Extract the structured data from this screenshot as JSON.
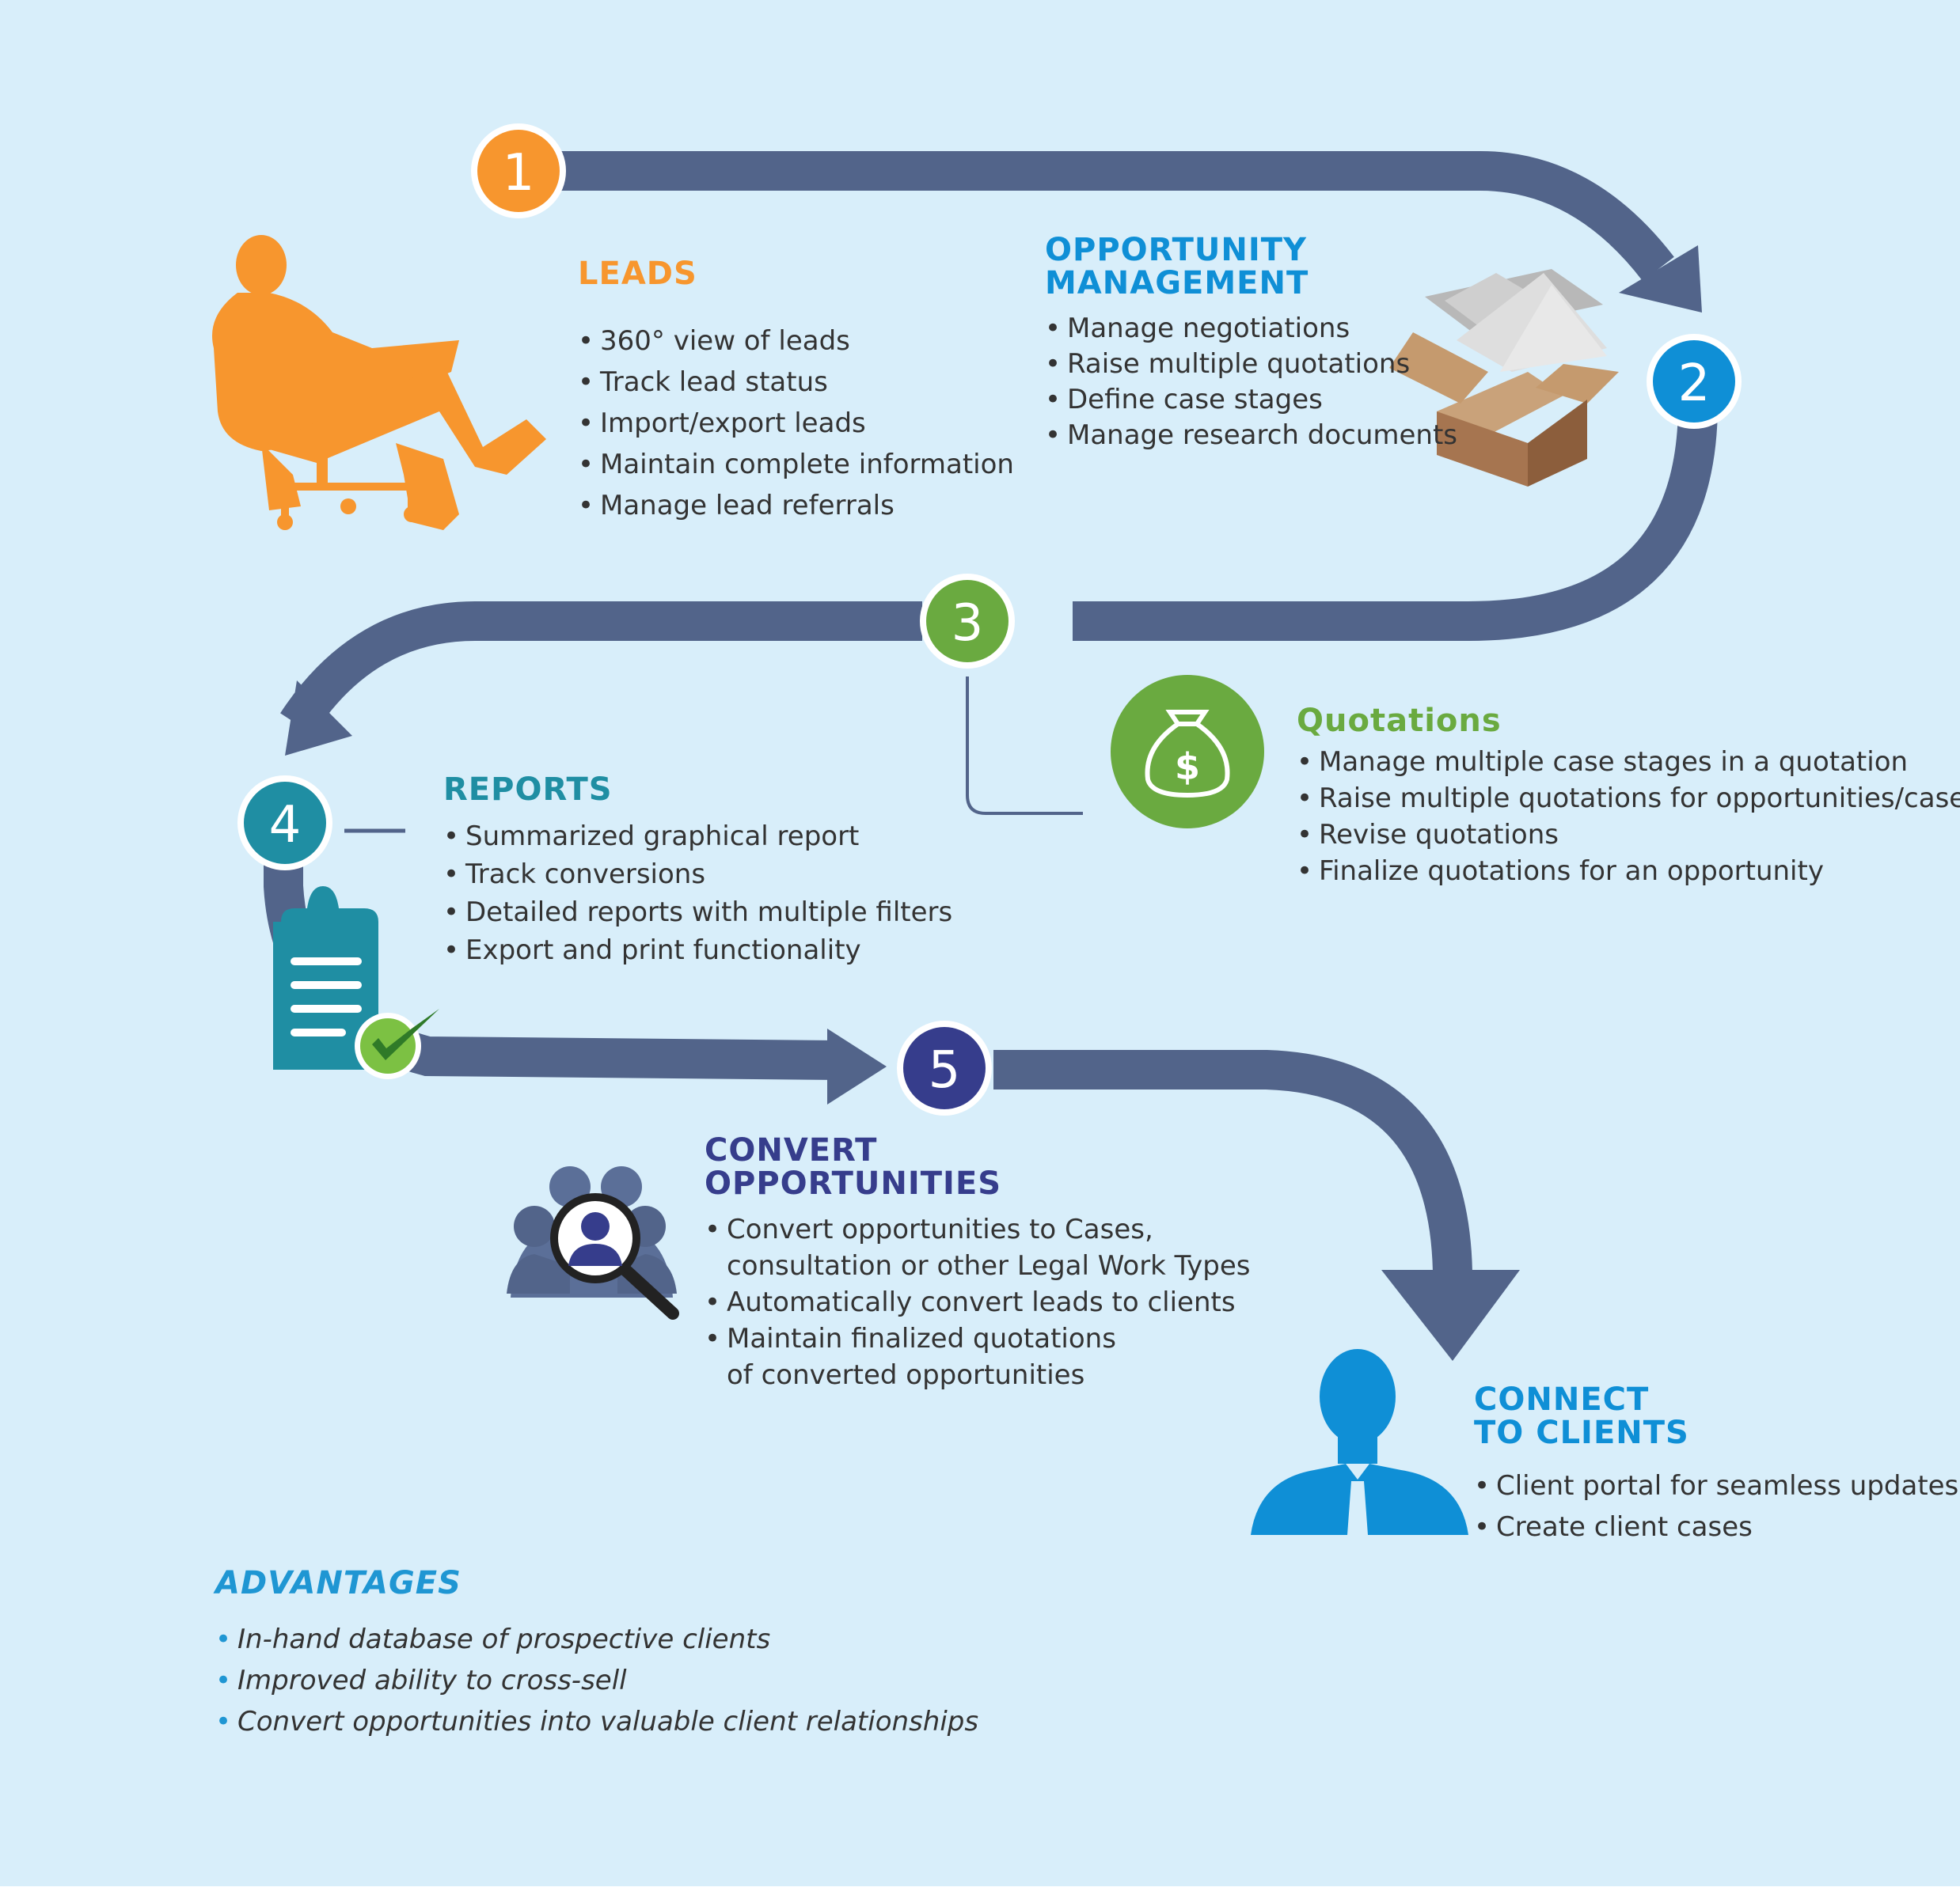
{
  "colors": {
    "background": "#d8eefa",
    "arrow": "#52648a",
    "step1": "#f7962e",
    "step2": "#0f8fd6",
    "step3": "#6aaa40",
    "step4": "#1f8ea3",
    "step5": "#363d8c"
  },
  "steps": [
    {
      "number": "1",
      "color": "#f7962e"
    },
    {
      "number": "2",
      "color": "#0f8fd6"
    },
    {
      "number": "3",
      "color": "#6aaa40"
    },
    {
      "number": "4",
      "color": "#1f8ea3"
    },
    {
      "number": "5",
      "color": "#363d8c"
    }
  ],
  "leads": {
    "title": "LEADS",
    "icon": "reclining-businessman-icon",
    "items": [
      "360° view of leads",
      "Track lead status",
      "Import/export leads",
      "Maintain complete information",
      "Manage lead referrals"
    ]
  },
  "opportunity": {
    "title_line1": "OPPORTUNITY",
    "title_line2": "MANAGEMENT",
    "icon": "box-of-envelopes-icon",
    "items": [
      "Manage negotiations",
      "Raise multiple quotations",
      "Define case stages",
      "Manage research documents"
    ]
  },
  "quotations": {
    "title": "Quotations",
    "icon": "money-bag-icon",
    "items": [
      "Manage multiple case stages in a quotation",
      "Raise multiple quotations for opportunities/cases",
      "Revise quotations",
      "Finalize quotations for an opportunity"
    ]
  },
  "reports": {
    "title": "REPORTS",
    "icon": "clipboard-check-icon",
    "items": [
      "Summarized graphical report",
      "Track conversions",
      "Detailed reports with multiple filters",
      "Export and print functionality"
    ]
  },
  "convert": {
    "title_line1": "CONVERT",
    "title_line2": "OPPORTUNITIES",
    "icon": "people-search-icon",
    "items": [
      "Convert opportunities to Cases,",
      "Automatically convert leads to clients",
      "Maintain finalized quotations"
    ],
    "item1_cont": "consultation or other Legal Work Types",
    "item3_cont": "of converted opportunities"
  },
  "clients": {
    "title_line1": "CONNECT",
    "title_line2": "TO CLIENTS",
    "icon": "client-person-icon",
    "items": [
      "Client portal for seamless updates",
      "Create client cases"
    ]
  },
  "advantages": {
    "title": "ADVANTAGES",
    "items": [
      "In-hand database of prospective clients",
      "Improved ability to cross-sell",
      "Convert opportunities into valuable client relationships"
    ]
  }
}
